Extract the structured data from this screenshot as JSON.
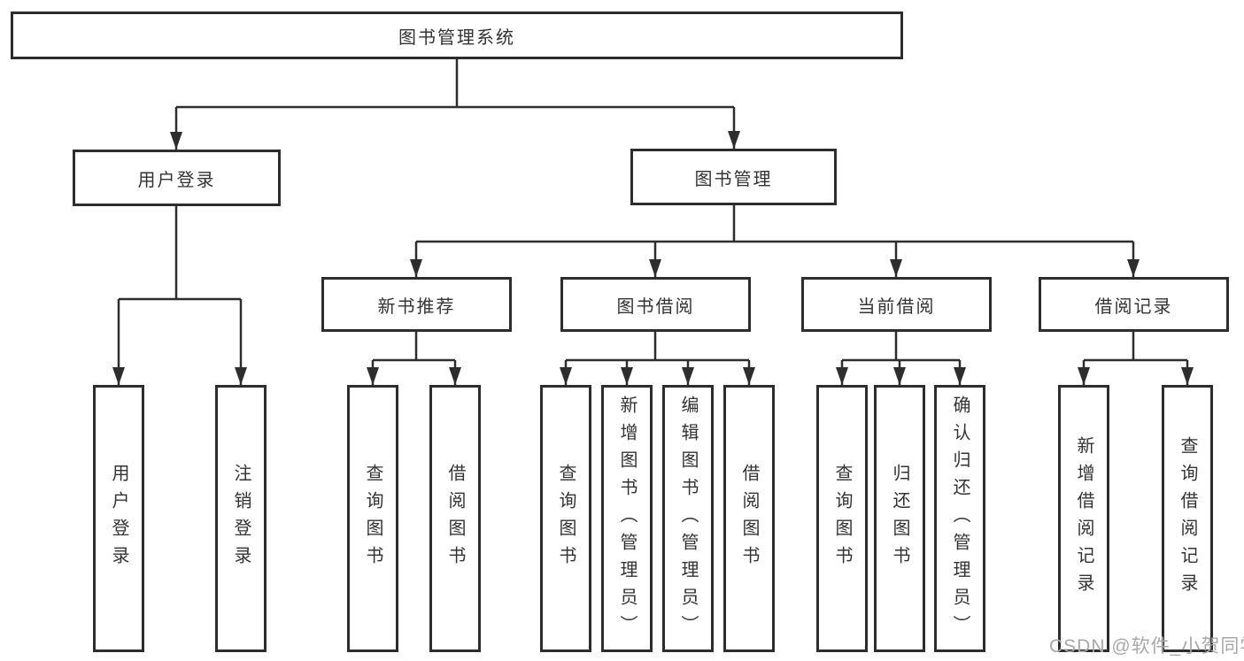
{
  "diagram": {
    "title": "图书管理系统",
    "type": "functional-structure-tree",
    "colors": {
      "line": "#2d2d2d",
      "box_border": "#2d2d2d",
      "box_fill": "#ffffff",
      "text": "#333333",
      "watermark": "#a8a8a8"
    },
    "nodes": {
      "root": {
        "label": "图书管理系统"
      },
      "user_login": {
        "label": "用户登录"
      },
      "book_mgmt": {
        "label": "图书管理"
      },
      "new_book_rec": {
        "label": "新书推荐"
      },
      "book_borrow": {
        "label": "图书借阅"
      },
      "current_borrow": {
        "label": "当前借阅"
      },
      "borrow_record": {
        "label": "借阅记录"
      },
      "leaves": {
        "ul_login": "用户登录",
        "ul_logout": "注销登录",
        "nb_query": "查询图书",
        "nb_borrow": "借阅图书",
        "bb_query": "查询图书",
        "bb_add": "新增图书（管理员）",
        "bb_edit": "编辑图书（管理员）",
        "bb_borrow": "借阅图书",
        "cb_query": "查询图书",
        "cb_return": "归还图书",
        "cb_confirm": "确认归还（管理员）",
        "br_add": "新增借阅记录",
        "br_query": "查询借阅记录"
      }
    },
    "hierarchy": {
      "图书管理系统": {
        "用户登录": [
          "用户登录",
          "注销登录"
        ],
        "图书管理": {
          "新书推荐": [
            "查询图书",
            "借阅图书"
          ],
          "图书借阅": [
            "查询图书",
            "新增图书（管理员）",
            "编辑图书（管理员）",
            "借阅图书"
          ],
          "当前借阅": [
            "查询图书",
            "归还图书",
            "确认归还（管理员）"
          ],
          "借阅记录": [
            "新增借阅记录",
            "查询借阅记录"
          ]
        }
      }
    },
    "watermark": "CSDN @软件_小贺同学"
  }
}
